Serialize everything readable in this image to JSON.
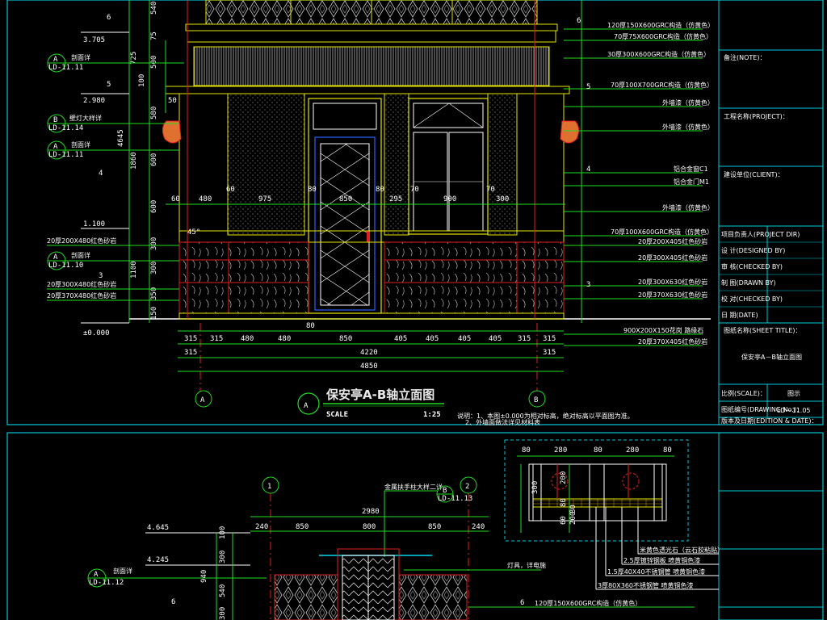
{
  "colors": {
    "frame": "#00c8d8",
    "green": "#22dd22",
    "yellow": "#e6e600",
    "red": "#e02020",
    "cyan": "#00d8e8",
    "white": "#ffffff",
    "orange": "#e07030",
    "blue": "#3060ff"
  },
  "upper": {
    "title": "保安亭A-B轴立面图",
    "scale_label": "SCALE",
    "scale_value": "1:25",
    "title_symbol": "A",
    "grid_a": "A",
    "grid_b": "B",
    "note_line1": "说明：1、本图±0.000为相对标高，绝对标高以平面图为准。",
    "note_line2": "2、外墙面做法详见材料表",
    "level_marks_left": [
      {
        "num": "6",
        "val": ""
      },
      {
        "num": "5",
        "val": "3.705"
      },
      {
        "num": "4",
        "val": "2.980"
      },
      {
        "num": "3",
        "val": "1.100"
      }
    ],
    "level_zero": "±0.000",
    "vert_dims_left": [
      "540",
      "75",
      "725",
      "500",
      "100",
      "50",
      "580",
      "4645",
      "1860",
      "600",
      "600",
      "300",
      "1100",
      "300",
      "350",
      "150"
    ],
    "callouts_left": [
      {
        "sym_top": "A",
        "sym_bot": "LD-11.11",
        "text": "剖面详"
      },
      {
        "sym_top": "B",
        "sym_bot": "LD-11.14",
        "text": "壁灯大样详"
      },
      {
        "sym_top": "A",
        "sym_bot": "LD-11.11",
        "text": "剖面详"
      },
      {
        "sym_top": "A",
        "sym_bot": "LD-11.10",
        "text": "剖面详"
      }
    ],
    "labels_left": [
      "20厚200X480红色砂岩",
      "20厚300X480红色砂岩",
      "20厚370X480红色砂岩"
    ],
    "labels_right": [
      "120厚150X600GRC构造（仿黄色）",
      "70厚75X600GRC构造（仿黄色）",
      "30厚300X600GRC构造（仿黄色）",
      "70厚100X700GRC构造（仿黄色）",
      "外墙漆（仿黄色）",
      "外墙漆（仿黄色）",
      "铝合金窗C1",
      "铝合金门M1",
      "外墙漆（仿黄色）",
      "70厚100X600GRC构造（仿黄色）",
      "20厚200X405红色砂岩",
      "20厚300X405红色砂岩",
      "20厚300X630红色砂岩",
      "20厚370X630红色砂岩",
      "900X200X150花岗 路缘石",
      "20厚370X405红色砂岩"
    ],
    "level_marks_right": [
      "6",
      "5",
      "4",
      "3"
    ],
    "horiz_dims_mid": [
      "60",
      "480",
      "60",
      "975",
      "80",
      "850",
      "80",
      "295",
      "70",
      "900",
      "70",
      "300"
    ],
    "horiz_dims_bottom1": [
      "315",
      "315",
      "480",
      "480",
      "80",
      "850",
      "405",
      "405",
      "405",
      "405",
      "315",
      "315"
    ],
    "horiz_dims_bottom2": [
      "315",
      "4220",
      "315"
    ],
    "overall": "4850",
    "dim_1100": "1.100",
    "angle": "45°"
  },
  "title_block": {
    "notes_label": "备注(NOTE)：",
    "project_label": "工程名称(PROJECT)：",
    "client_label": "建设单位(CLIENT)：",
    "sign_rows": [
      "项目负责人(PROJECT DIR)",
      "设 计(DESIGNED BY)",
      "审 核(CHECKED BY)",
      "制 图(DRAWN BY)",
      "校 对(CHECKED BY)",
      "日 期(DATE)"
    ],
    "sheet_title_label": "图纸名称(SHEET TITLE)：",
    "sheet_title": "保安亭A－B轴立面图",
    "scale_label": "比例(SCALE)：",
    "scale_value": "图示",
    "drawing_no_label": "图纸编号(DRAWING No.)：",
    "drawing_no": "LD－11.05",
    "version_label": "版本及日期(EDITION & DATE)："
  },
  "lower": {
    "grid_1": "1",
    "grid_2": "2",
    "callout_top_text": "金属扶手柱大样二详",
    "callout_top_sym": "B",
    "callout_top_ref": "LD-11.13",
    "top_dim": "2980",
    "horiz_dims": [
      "240",
      "850",
      "800",
      "850",
      "240"
    ],
    "levels": [
      {
        "val": "4.645"
      },
      {
        "val": "4.245"
      }
    ],
    "callout_left_sym": "A",
    "callout_left_ref": "LD-11.12",
    "callout_left_text": "剖面详",
    "level_num": "6",
    "level_num_right": "6",
    "vert_dims": [
      "300",
      "100",
      "940",
      "540",
      "300"
    ],
    "light_label": "灯具，详电施",
    "label_bottom": "120厚150X600GRC构造（仿黄色）",
    "detail_dims_top": [
      "80",
      "280",
      "80",
      "280",
      "80"
    ],
    "detail_vert": [
      "300",
      "300",
      "200",
      "80",
      "80",
      "60",
      "200"
    ],
    "detail_labels": [
      "米黄色透光石（云石胶粘贴）",
      "2.5厚镀锌钢板 喷黄铜色漆",
      "1.5厚40X40不锈钢管 喷黄铜色漆",
      "3厚80X360不锈钢管 喷黄铜色漆"
    ]
  }
}
